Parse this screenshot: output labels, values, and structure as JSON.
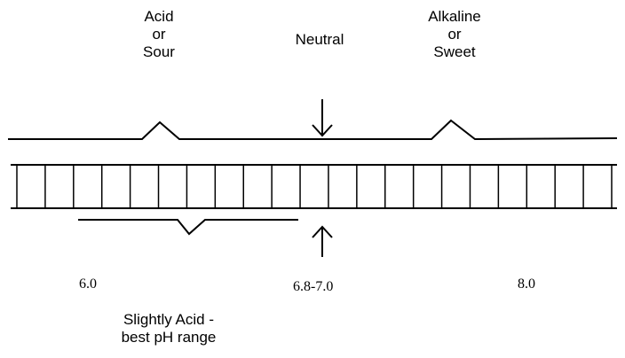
{
  "labels": {
    "acid": "Acid\nor\nSour",
    "neutral": "Neutral",
    "alkaline": "Alkaline\nor\nSweet",
    "ph_low": "6.0",
    "ph_neutral": "6.8-7.0",
    "ph_high": "8.0",
    "best_range": "Slightly Acid -\nbest pH range"
  },
  "scale": {
    "tick_count": 22
  },
  "colors": {
    "stroke": "#000000",
    "background": "#ffffff"
  }
}
